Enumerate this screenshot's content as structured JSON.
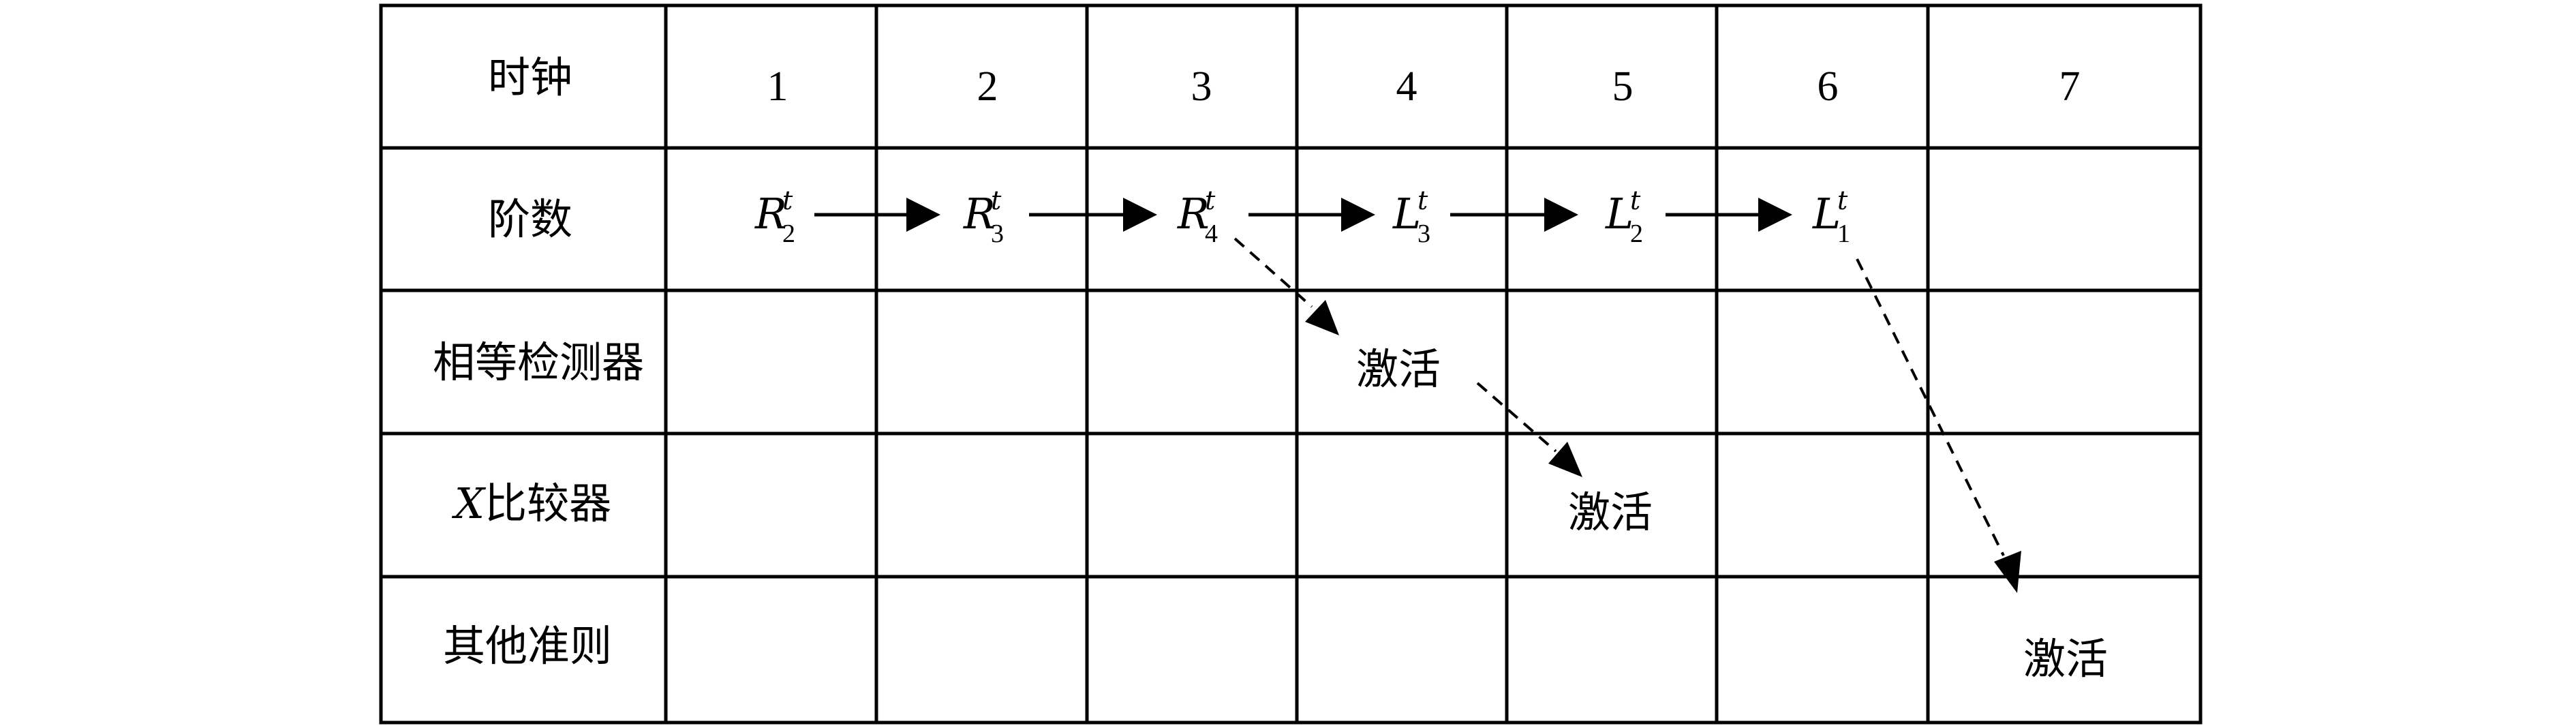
{
  "table": {
    "header_label": "时钟",
    "clocks": [
      "1",
      "2",
      "3",
      "4",
      "5",
      "6",
      "7"
    ],
    "row_labels": {
      "stage": "阶数",
      "equality_detector": "相等检测器",
      "x_comparator_prefix": "X",
      "x_comparator_suffix": "比较器",
      "other_criteria": "其他准则"
    }
  },
  "stage_nodes": [
    {
      "base": "R",
      "sub": "2",
      "sup": "t"
    },
    {
      "base": "R",
      "sub": "3",
      "sup": "t"
    },
    {
      "base": "R",
      "sub": "4",
      "sup": "t"
    },
    {
      "base": "L",
      "sub": "3",
      "sup": "t"
    },
    {
      "base": "L",
      "sub": "2",
      "sup": "t"
    },
    {
      "base": "L",
      "sub": "1",
      "sup": "t"
    }
  ],
  "activations": {
    "equality_detector": "激活",
    "x_comparator": "激活",
    "other_criteria": "激活"
  }
}
